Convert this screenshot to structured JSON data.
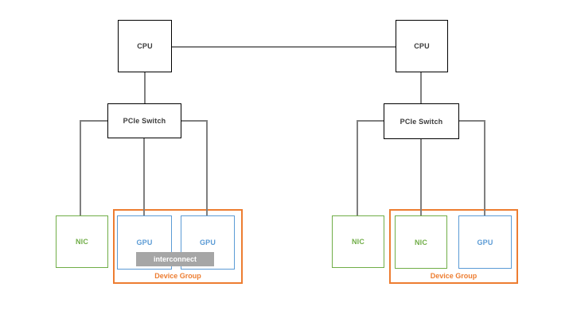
{
  "diagram": {
    "left_cluster": {
      "cpu_label": "CPU",
      "pcie_switch_label": "PCIe Switch",
      "nic_label": "NIC",
      "gpu1_label": "GPU",
      "gpu2_label": "GPU",
      "interconnect_label": "interconnect",
      "device_group_label": "Device Group"
    },
    "right_cluster": {
      "cpu_label": "CPU",
      "pcie_switch_label": "PCIe Switch",
      "nic_outer_label": "NIC",
      "nic_inner_label": "NIC",
      "gpu_label": "GPU",
      "device_group_label": "Device Group"
    },
    "colors": {
      "box_border": "#000000",
      "nic_accent": "#70AD47",
      "gpu_accent": "#5B9BD5",
      "device_group_accent": "#ED7D31",
      "connector_line": "#7F7F7F",
      "interconnect_fill": "#A6A6A6",
      "interconnect_text": "#FFFFFF",
      "background": "#FFFFFF"
    }
  }
}
